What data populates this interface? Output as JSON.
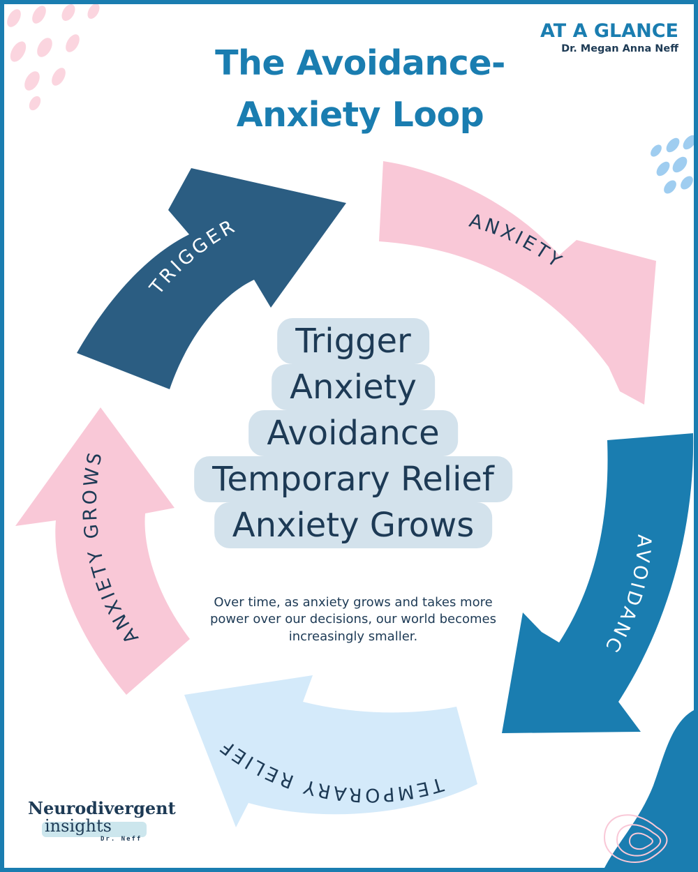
{
  "header": {
    "title": "The Avoidance-\nAnxiety Loop",
    "badge_title": "AT A GLANCE",
    "badge_author": "Dr. Megan Anna Neff"
  },
  "loop_arrows": [
    {
      "label": "TRIGGER",
      "color": "#2b5d82",
      "text_color": "#ffffff"
    },
    {
      "label": "ANXIETY",
      "color": "#f9c8d7",
      "text_color": "#1d3a55"
    },
    {
      "label": "AVOIDANC",
      "color": "#1a7db0",
      "text_color": "#ffffff"
    },
    {
      "label": "TEMPORARY RELIEF",
      "color": "#d4eafa",
      "text_color": "#1d3a55"
    },
    {
      "label": "ANXIETY GROWS",
      "color": "#f9c8d7",
      "text_color": "#1d3a55"
    }
  ],
  "center_list": [
    "Trigger",
    "Anxiety",
    "Avoidance",
    "Temporary Relief",
    "Anxiety Grows"
  ],
  "body_text": "Over time, as anxiety grows and takes more power over our decisions, our world becomes increasingly smaller.",
  "brand": {
    "name_line1": "Neurodivergent",
    "name_line2": "insights",
    "byline": "Dr. Neff"
  },
  "colors": {
    "frame": "#1a7db0",
    "navy": "#2b5d82",
    "blue": "#1a7db0",
    "pink": "#f9c8d7",
    "light_blue": "#d4eafa",
    "text_dark": "#1d3a55"
  }
}
